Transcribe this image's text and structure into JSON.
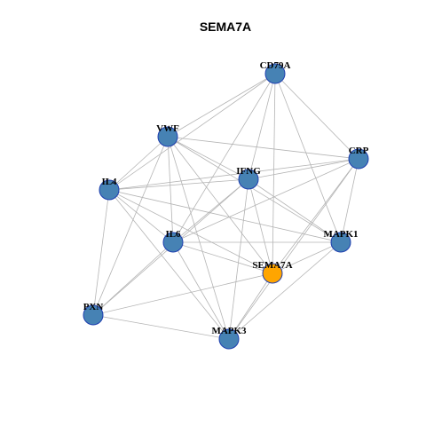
{
  "title": "SEMA7A",
  "colors": {
    "default_node": "#4682b4",
    "highlight_node": "#ffa500",
    "node_border": "#1f3fb0",
    "edge": "#b4b4b4"
  },
  "nodes": [
    {
      "id": "CD79A",
      "label": "CD79A",
      "highlight": false
    },
    {
      "id": "VWF",
      "label": "VWF",
      "highlight": false
    },
    {
      "id": "CRP",
      "label": "CRP",
      "highlight": false
    },
    {
      "id": "IL4",
      "label": "IL4",
      "highlight": false
    },
    {
      "id": "IFNG",
      "label": "IFNG",
      "highlight": false
    },
    {
      "id": "IL6",
      "label": "IL6",
      "highlight": false
    },
    {
      "id": "MAPK1",
      "label": "MAPK1",
      "highlight": false
    },
    {
      "id": "SEMA7A",
      "label": "SEMA7A",
      "highlight": true
    },
    {
      "id": "PXN",
      "label": "PXN",
      "highlight": false
    },
    {
      "id": "MAPK3",
      "label": "MAPK3",
      "highlight": false
    }
  ],
  "edges": [
    [
      "CD79A",
      "VWF"
    ],
    [
      "CD79A",
      "IL4"
    ],
    [
      "CD79A",
      "IFNG"
    ],
    [
      "CD79A",
      "CRP"
    ],
    [
      "CD79A",
      "IL6"
    ],
    [
      "CD79A",
      "MAPK1"
    ],
    [
      "CD79A",
      "SEMA7A"
    ],
    [
      "VWF",
      "IL4"
    ],
    [
      "VWF",
      "IFNG"
    ],
    [
      "VWF",
      "CRP"
    ],
    [
      "VWF",
      "IL6"
    ],
    [
      "VWF",
      "MAPK1"
    ],
    [
      "VWF",
      "SEMA7A"
    ],
    [
      "VWF",
      "PXN"
    ],
    [
      "VWF",
      "MAPK3"
    ],
    [
      "CRP",
      "IFNG"
    ],
    [
      "CRP",
      "IL4"
    ],
    [
      "CRP",
      "IL6"
    ],
    [
      "CRP",
      "MAPK1"
    ],
    [
      "CRP",
      "SEMA7A"
    ],
    [
      "CRP",
      "MAPK3"
    ],
    [
      "IL4",
      "IFNG"
    ],
    [
      "IL4",
      "IL6"
    ],
    [
      "IL4",
      "MAPK1"
    ],
    [
      "IL4",
      "SEMA7A"
    ],
    [
      "IL4",
      "PXN"
    ],
    [
      "IL4",
      "MAPK3"
    ],
    [
      "IFNG",
      "IL6"
    ],
    [
      "IFNG",
      "MAPK1"
    ],
    [
      "IFNG",
      "SEMA7A"
    ],
    [
      "IFNG",
      "PXN"
    ],
    [
      "IFNG",
      "MAPK3"
    ],
    [
      "IL6",
      "MAPK1"
    ],
    [
      "IL6",
      "SEMA7A"
    ],
    [
      "IL6",
      "PXN"
    ],
    [
      "IL6",
      "MAPK3"
    ],
    [
      "MAPK1",
      "SEMA7A"
    ],
    [
      "MAPK1",
      "MAPK3"
    ],
    [
      "SEMA7A",
      "PXN"
    ],
    [
      "SEMA7A",
      "MAPK3"
    ],
    [
      "PXN",
      "MAPK3"
    ]
  ]
}
